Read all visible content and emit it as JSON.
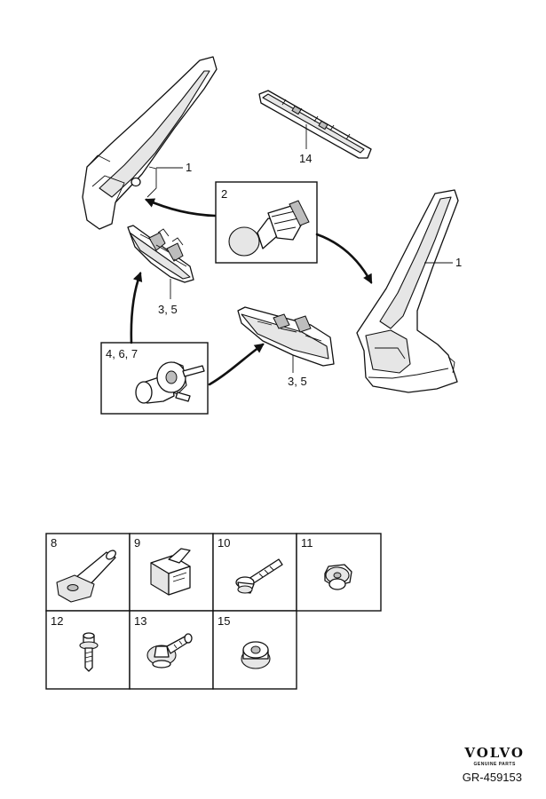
{
  "callouts": {
    "pillar_left": "1",
    "pillar_right": "1",
    "bulb_box": "2",
    "lamp_upper": "3, 5",
    "lamp_lower": "3, 5",
    "socket_box": "4, 6, 7",
    "strip": "14"
  },
  "grid": {
    "c8": "8",
    "c9": "9",
    "c10": "10",
    "c11": "11",
    "c12": "12",
    "c13": "13",
    "c15": "15"
  },
  "brand": {
    "logo": "VOLVO",
    "sub": "GENUINE PARTS"
  },
  "reference": "GR-459153"
}
